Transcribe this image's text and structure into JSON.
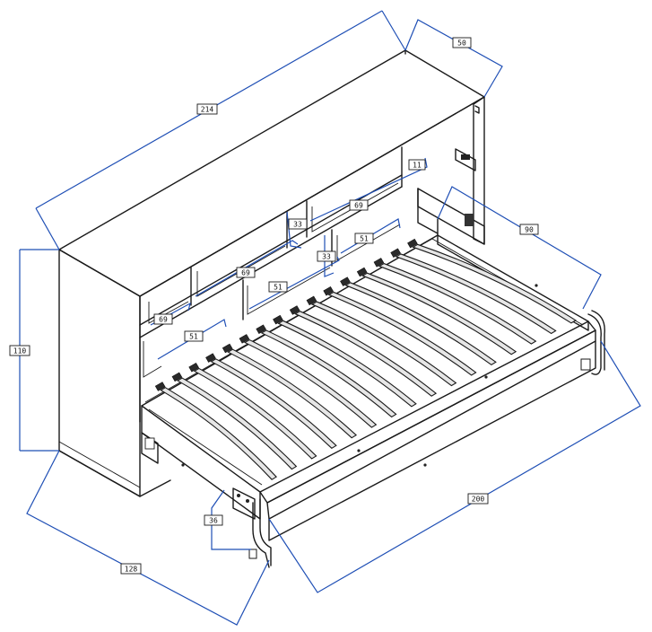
{
  "dimensions": {
    "width": "214",
    "depth": "50",
    "shelf_a": "11",
    "shelf_b": "69",
    "shelf_c": "33",
    "shelf_d": "51",
    "shelf_e": "33",
    "shelf_f": "69",
    "shelf_g": "51",
    "shelf_h": "69",
    "shelf_i": "51",
    "bed_width": "90",
    "height": "110",
    "open_depth": "128",
    "bed_length": "200",
    "leg": "36"
  },
  "colors": {
    "line": "#1a1a1a",
    "dimension": "#1f4fb5",
    "slat": "#e6e6e6",
    "background": "#ffffff"
  }
}
